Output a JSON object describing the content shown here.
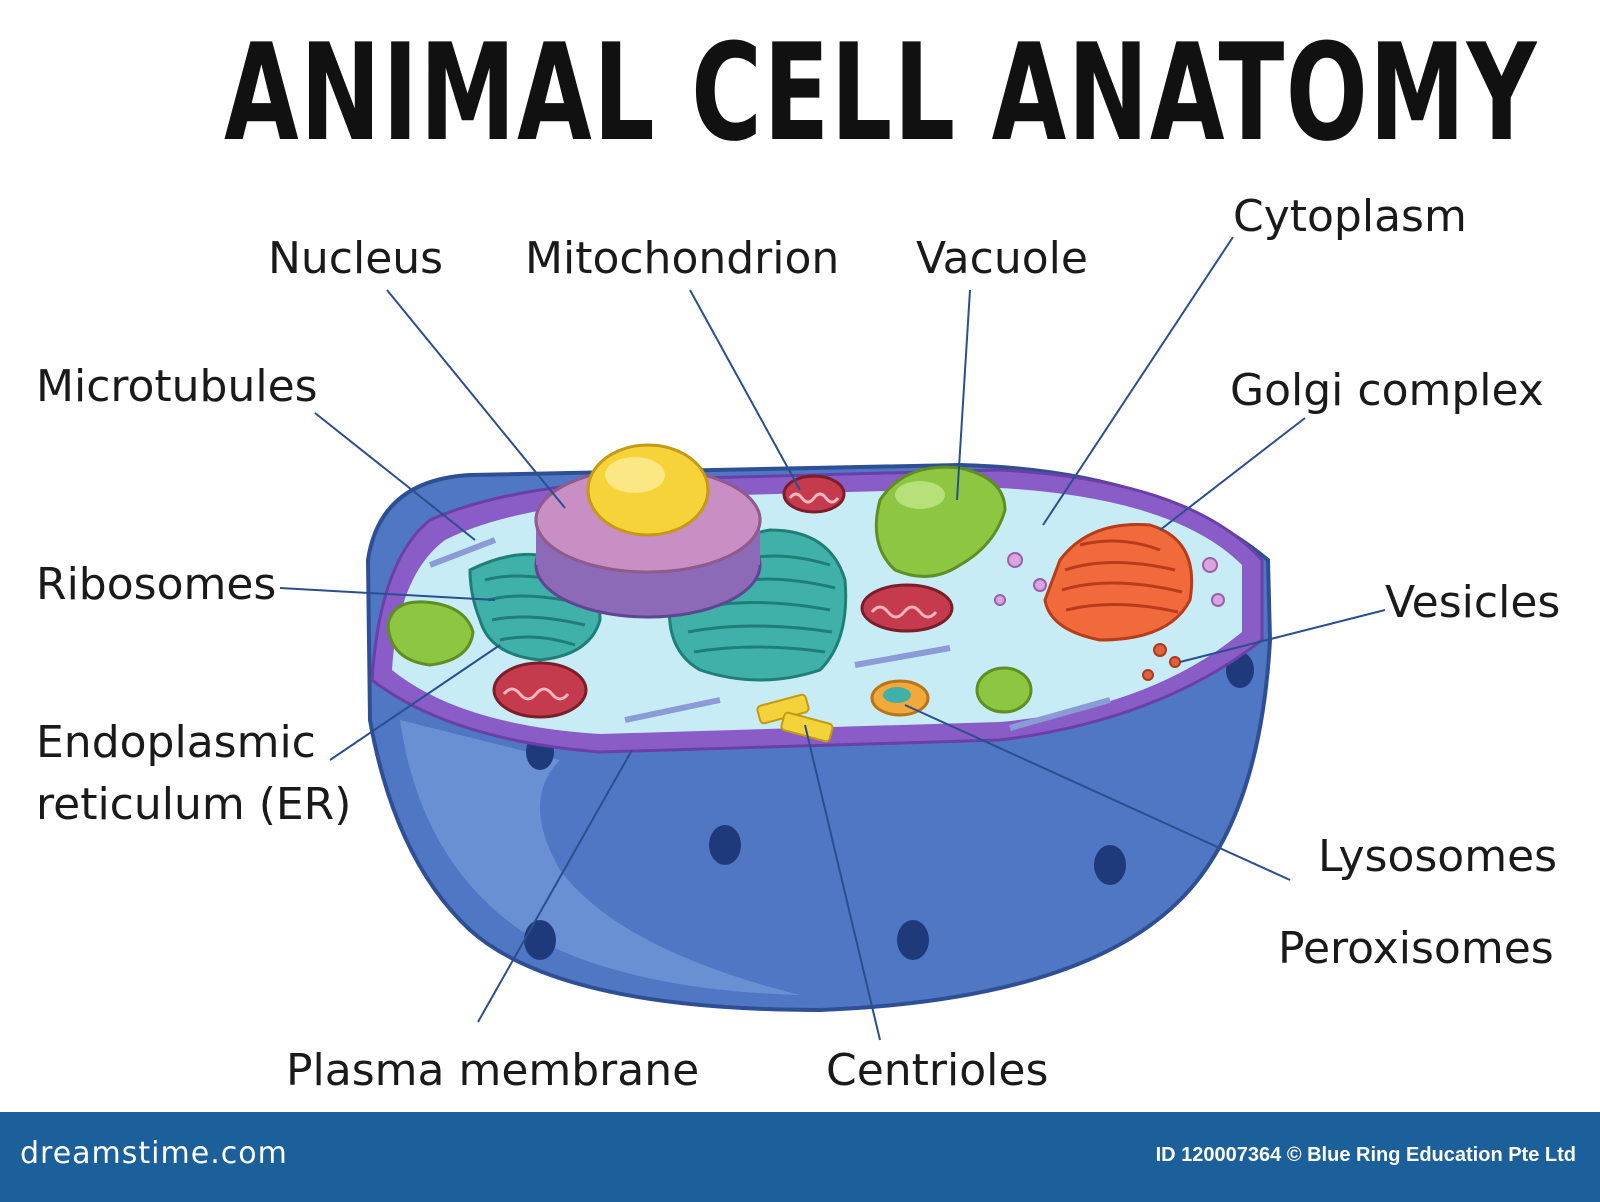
{
  "title": "ANIMAL CELL ANATOMY",
  "labels": {
    "nucleus": "Nucleus",
    "mitochondrion": "Mitochondrion",
    "vacuole": "Vacuole",
    "cytoplasm": "Cytoplasm",
    "microtubules": "Microtubules",
    "golgi": "Golgi complex",
    "ribosomes": "Ribosomes",
    "vesicles": "Vesicles",
    "er_line1": "Endoplasmic",
    "er_line2": "reticulum (ER)",
    "lysosomes": "Lysosomes",
    "peroxisomes": "Peroxisomes",
    "plasma_membrane": "Plasma membrane",
    "centrioles": "Centrioles"
  },
  "footer": {
    "brand": "dreamstime.com",
    "credit": "ID 120007364 © Blue Ring Education Pte Ltd"
  },
  "colors": {
    "cell_outer": "#4f77c4",
    "cell_membrane": "#8a5cc7",
    "cytoplasm": "#c8ecf6",
    "nucleus": "#c98fc4",
    "nucleolus": "#f7d33a",
    "mitochondrion": "#c53a4c",
    "vacuole": "#8dc640",
    "er": "#3fb1a8",
    "golgi": "#f06a3c",
    "footer": "#1b5f9b"
  }
}
